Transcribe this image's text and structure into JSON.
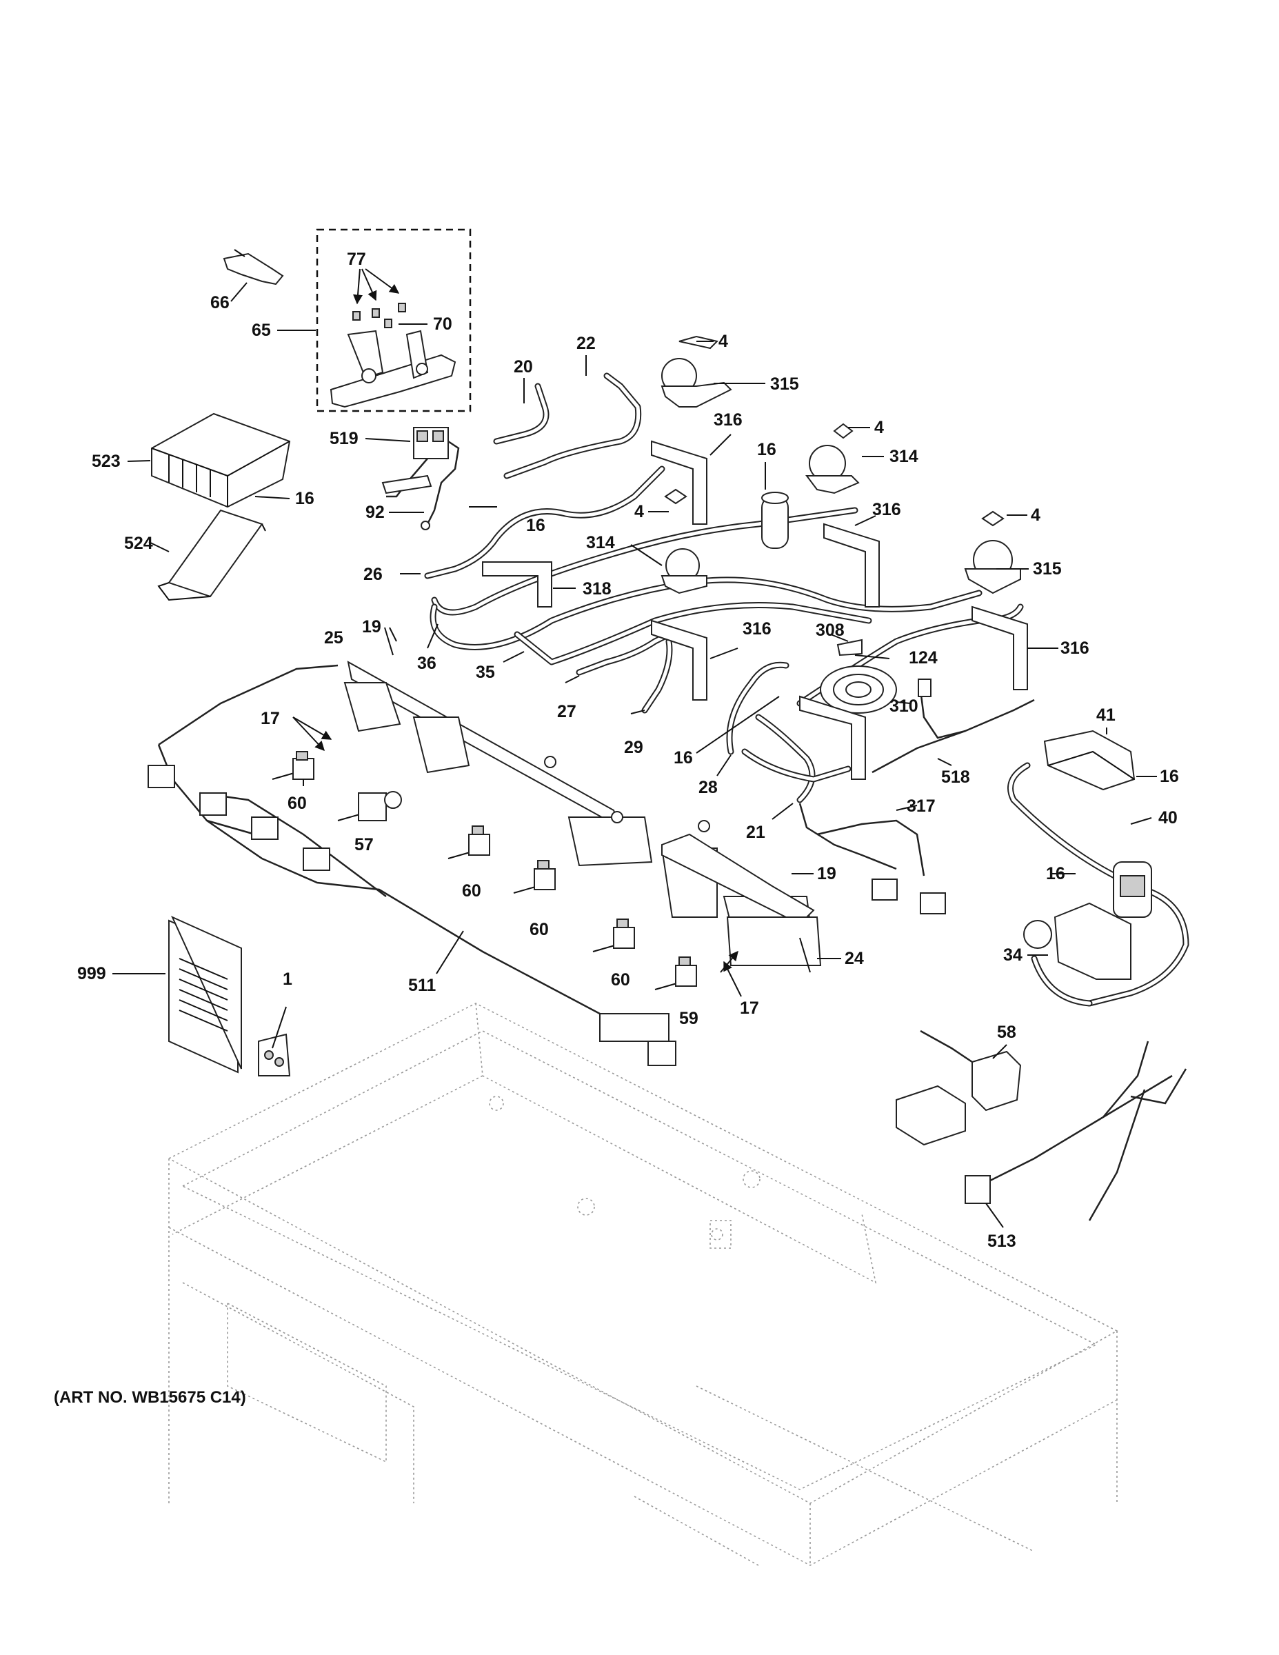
{
  "diagram": {
    "art_number": "(ART NO. WB15675 C14)",
    "callouts": [
      {
        "id": "c66",
        "text": "66"
      },
      {
        "id": "c65",
        "text": "65"
      },
      {
        "id": "c77",
        "text": "77"
      },
      {
        "id": "c70",
        "text": "70"
      },
      {
        "id": "c523",
        "text": "523"
      },
      {
        "id": "c519",
        "text": "519"
      },
      {
        "id": "c92",
        "text": "92"
      },
      {
        "id": "c16a",
        "text": "16"
      },
      {
        "id": "c524",
        "text": "524"
      },
      {
        "id": "c20",
        "text": "20"
      },
      {
        "id": "c22",
        "text": "22"
      },
      {
        "id": "c4a",
        "text": "4"
      },
      {
        "id": "c315a",
        "text": "315"
      },
      {
        "id": "c316a",
        "text": "316"
      },
      {
        "id": "c16b",
        "text": "16"
      },
      {
        "id": "c4b",
        "text": "4"
      },
      {
        "id": "c314a",
        "text": "314"
      },
      {
        "id": "c4c",
        "text": "4"
      },
      {
        "id": "c16c",
        "text": "16"
      },
      {
        "id": "c316b",
        "text": "316"
      },
      {
        "id": "c4d",
        "text": "4"
      },
      {
        "id": "c314b",
        "text": "314"
      },
      {
        "id": "c26",
        "text": "26"
      },
      {
        "id": "c318",
        "text": "318"
      },
      {
        "id": "c315b",
        "text": "315"
      },
      {
        "id": "c316c",
        "text": "316"
      },
      {
        "id": "c308",
        "text": "308"
      },
      {
        "id": "c124",
        "text": "124"
      },
      {
        "id": "c316d",
        "text": "316"
      },
      {
        "id": "c36",
        "text": "36"
      },
      {
        "id": "c35",
        "text": "35"
      },
      {
        "id": "c27",
        "text": "27"
      },
      {
        "id": "c29",
        "text": "29"
      },
      {
        "id": "c310",
        "text": "310"
      },
      {
        "id": "c25",
        "text": "25"
      },
      {
        "id": "c19a",
        "text": "19"
      },
      {
        "id": "c17a",
        "text": "17"
      },
      {
        "id": "c60a",
        "text": "60"
      },
      {
        "id": "c57",
        "text": "57"
      },
      {
        "id": "c16d",
        "text": "16"
      },
      {
        "id": "c28",
        "text": "28"
      },
      {
        "id": "c518",
        "text": "518"
      },
      {
        "id": "c41",
        "text": "41"
      },
      {
        "id": "c16e",
        "text": "16"
      },
      {
        "id": "c40",
        "text": "40"
      },
      {
        "id": "c317",
        "text": "317"
      },
      {
        "id": "c21",
        "text": "21"
      },
      {
        "id": "c60b",
        "text": "60"
      },
      {
        "id": "c19b",
        "text": "19"
      },
      {
        "id": "c16f",
        "text": "16"
      },
      {
        "id": "c60c",
        "text": "60"
      },
      {
        "id": "c24",
        "text": "24"
      },
      {
        "id": "c34",
        "text": "34"
      },
      {
        "id": "c999",
        "text": "999"
      },
      {
        "id": "c1",
        "text": "1"
      },
      {
        "id": "c511",
        "text": "511"
      },
      {
        "id": "c60d",
        "text": "60"
      },
      {
        "id": "c59",
        "text": "59"
      },
      {
        "id": "c17b",
        "text": "17"
      },
      {
        "id": "c58",
        "text": "58"
      },
      {
        "id": "c513",
        "text": "513"
      }
    ]
  }
}
